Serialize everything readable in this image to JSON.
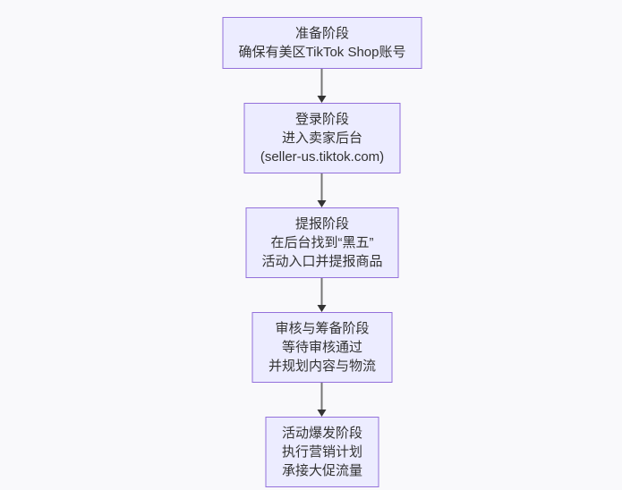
{
  "flowchart": {
    "type": "vertical-flow",
    "theme": {
      "background": "#f9f9fb",
      "node_fill": "#ececff",
      "node_border": "#9370db",
      "text_color": "#333333",
      "arrow_color": "#333333"
    },
    "nodes": [
      {
        "id": "prepare",
        "lines": [
          "准备阶段",
          "确保有美区TikTok Shop账号"
        ]
      },
      {
        "id": "login",
        "lines": [
          "登录阶段",
          "进入卖家后台",
          "(seller-us.tiktok.com)"
        ]
      },
      {
        "id": "submit",
        "lines": [
          "提报阶段",
          "在后台找到“黑五”",
          "活动入口并提报商品"
        ]
      },
      {
        "id": "review",
        "lines": [
          "审核与筹备阶段",
          "等待审核通过",
          "并规划内容与物流"
        ]
      },
      {
        "id": "burst",
        "lines": [
          "活动爆发阶段",
          "执行营销计划",
          "承接大促流量"
        ]
      }
    ]
  }
}
